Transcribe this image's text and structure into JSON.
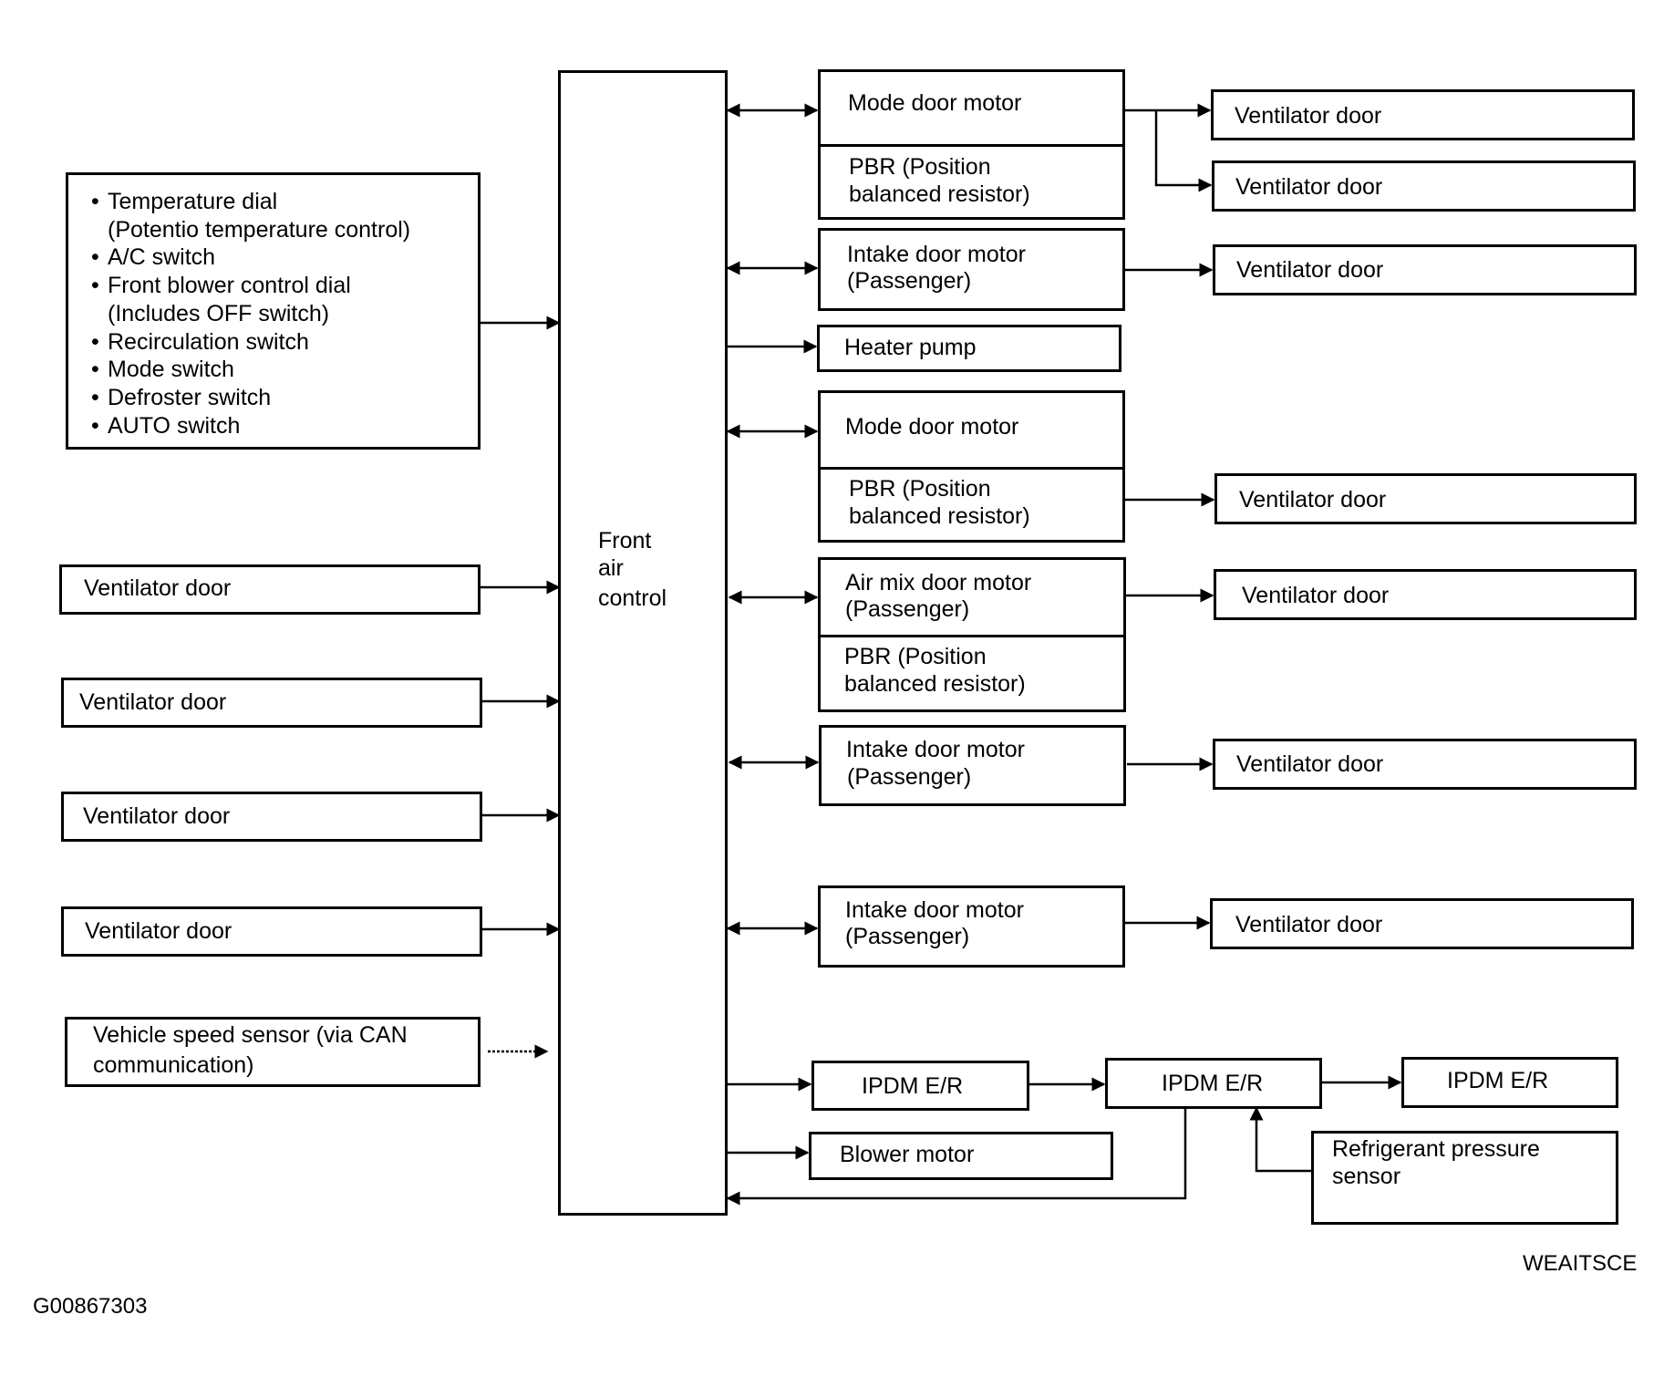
{
  "inputs_box": {
    "items": [
      {
        "bullet": true,
        "text": "Temperature dial"
      },
      {
        "bullet": false,
        "text": "(Potentio temperature control)"
      },
      {
        "bullet": true,
        "text": "A/C switch"
      },
      {
        "bullet": true,
        "text": "Front blower control dial"
      },
      {
        "bullet": false,
        "text": "(Includes OFF switch)"
      },
      {
        "bullet": true,
        "text": "Recirculation switch"
      },
      {
        "bullet": true,
        "text": "Mode switch"
      },
      {
        "bullet": true,
        "text": "Defroster switch"
      },
      {
        "bullet": true,
        "text": "AUTO switch"
      }
    ]
  },
  "left_inputs": [
    "Ventilator door",
    "Ventilator door",
    "Ventilator door",
    "Ventilator door"
  ],
  "vehicle_speed": {
    "line1": "Vehicle speed sensor (via CAN",
    "line2": "communication)"
  },
  "controller": {
    "line1": "Front",
    "line2": "air",
    "line3": "control"
  },
  "middle": {
    "mode1": {
      "motor": "Mode door motor",
      "pbr1": "PBR (Position",
      "pbr2": "balanced resistor)"
    },
    "intake1": {
      "line1": "Intake door motor",
      "line2": "(Passenger)"
    },
    "heater": "Heater pump",
    "mode2": {
      "motor": "Mode door motor",
      "pbr1": "PBR (Position",
      "pbr2": "balanced resistor)"
    },
    "airmix": {
      "line1": "Air mix door motor",
      "line2": "(Passenger)",
      "pbr1": "PBR (Position",
      "pbr2": "balanced resistor)"
    },
    "intake2": {
      "line1": "Intake door motor",
      "line2": "(Passenger)"
    },
    "intake3": {
      "line1": "Intake door motor",
      "line2": "(Passenger)"
    },
    "ipdm1": "IPDM E/R",
    "blower": "Blower motor"
  },
  "right_outputs": [
    "Ventilator door",
    "Ventilator door",
    "Ventilator door",
    "Ventilator door",
    "Ventilator door",
    "Ventilator door",
    "Ventilator door"
  ],
  "ipdm2": "IPDM E/R",
  "ipdm3": "IPDM E/R",
  "refrigerant": {
    "line1": "Refrigerant pressure",
    "line2": "sensor"
  },
  "codes": {
    "right": "WEAITSCE",
    "left": "G00867303"
  }
}
